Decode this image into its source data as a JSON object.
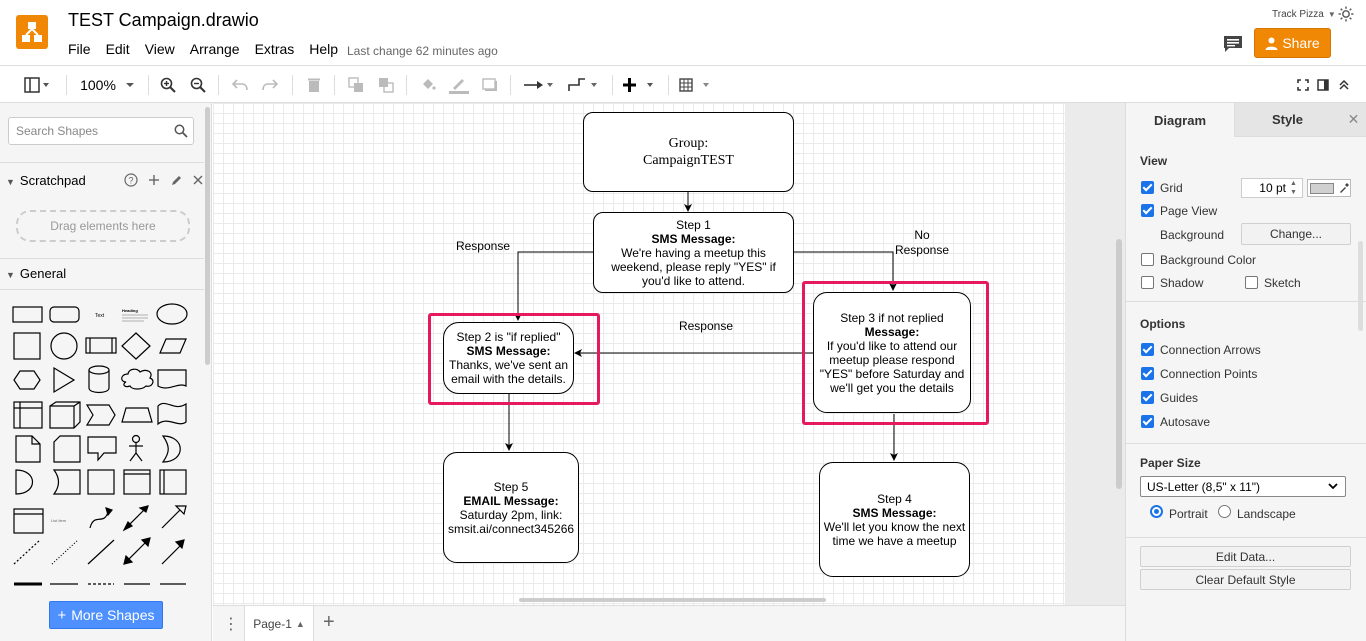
{
  "app": {
    "title": "TEST Campaign.drawio",
    "last_change": "Last change 62 minutes ago",
    "user": "Track Pizza",
    "share_label": "Share",
    "accent_color": "#f08705"
  },
  "menu": [
    "File",
    "Edit",
    "View",
    "Arrange",
    "Extras",
    "Help"
  ],
  "toolbar": {
    "zoom": "100%",
    "icons": [
      "format-panel-icon",
      "zoom-in-icon",
      "zoom-out-icon",
      "undo-icon",
      "redo-icon",
      "delete-icon",
      "to-front-icon",
      "to-back-icon",
      "fill-color-icon",
      "line-color-icon",
      "shadow-icon",
      "connection-icon",
      "waypoints-icon",
      "insert-icon",
      "table-icon",
      "fullscreen-icon",
      "format-toggle-icon",
      "collapse-icon"
    ]
  },
  "sidebar": {
    "search_placeholder": "Search Shapes",
    "scratchpad_title": "Scratchpad",
    "drop_hint": "Drag elements here",
    "general_title": "General",
    "more_shapes": "More Shapes",
    "shape_text_label": "Text",
    "shape_heading_label": "Heading",
    "shape_list_label": "List Item"
  },
  "diagram": {
    "group_node": {
      "line1": "Group:",
      "line2": "CampaignTEST"
    },
    "step1": {
      "title": "Step 1",
      "bold": "SMS Message:",
      "body": "We're having a meetup this weekend, please reply \"YES\" if you'd like to attend."
    },
    "step2": {
      "title": "Step 2 is \"if replied\"",
      "bold": "SMS Message:",
      "body": "Thanks, we've sent an email with the details."
    },
    "step3": {
      "title": "Step 3 if not replied",
      "bold": "Message:",
      "body": "If you'd like to attend our meetup please respond \"YES\" before Saturday and we'll get you the details"
    },
    "step4": {
      "title": "Step 4",
      "bold": "SMS Message:",
      "body": "We'll let you know the next time we have a meetup"
    },
    "step5": {
      "title": "Step 5",
      "bold": "EMAIL Message:",
      "body": "Saturday 2pm, link: smsit.ai/connect345266"
    },
    "edge_labels": {
      "response_left": "Response",
      "no_response_1": "No",
      "no_response_2": "Response",
      "response_mid": "Response"
    },
    "highlight_color": "#e6195e"
  },
  "pages": {
    "tab": "Page-1"
  },
  "format_panel": {
    "tab_diagram": "Diagram",
    "tab_style": "Style",
    "view_heading": "View",
    "grid_label": "Grid",
    "grid_size": "10 pt",
    "page_view_label": "Page View",
    "background_label": "Background",
    "change_button": "Change...",
    "background_color_label": "Background Color",
    "shadow_label": "Shadow",
    "sketch_label": "Sketch",
    "options_heading": "Options",
    "connection_arrows": "Connection Arrows",
    "connection_points": "Connection Points",
    "guides": "Guides",
    "autosave": "Autosave",
    "paper_size_heading": "Paper Size",
    "paper_size_value": "US-Letter (8,5\" x 11\")",
    "portrait": "Portrait",
    "landscape": "Landscape",
    "edit_data": "Edit Data...",
    "clear_default_style": "Clear Default Style"
  }
}
